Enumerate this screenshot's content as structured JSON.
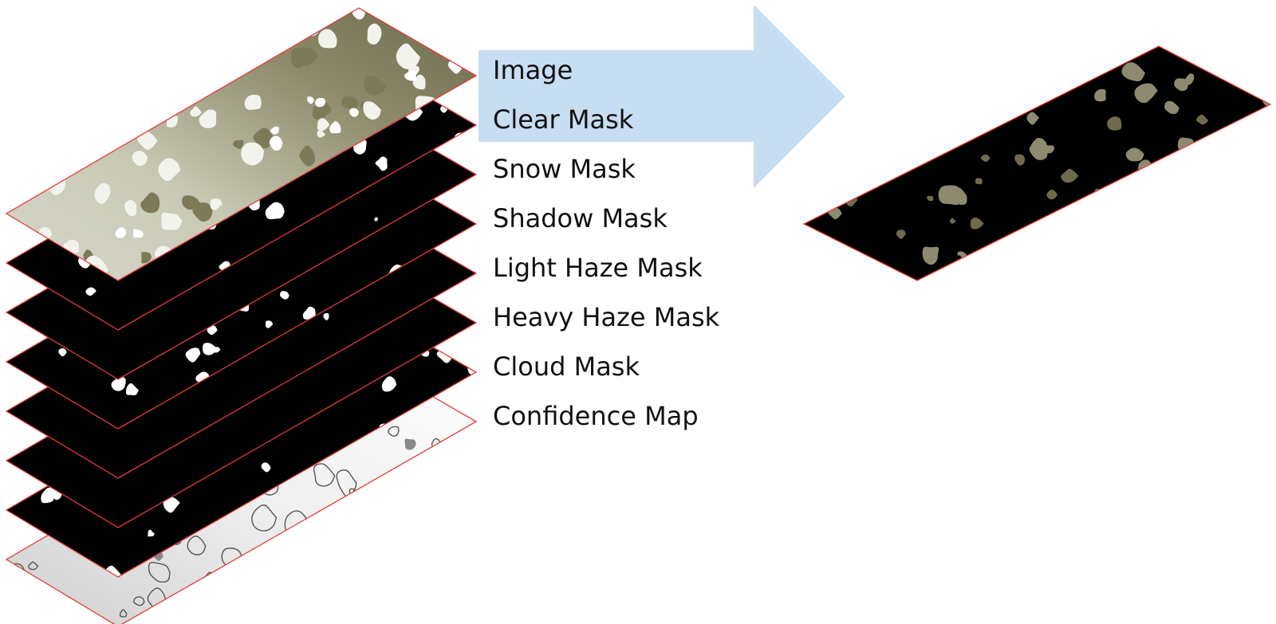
{
  "diagram": {
    "layers": [
      {
        "label": "Image",
        "kind": "image"
      },
      {
        "label": "Clear Mask",
        "kind": "mask"
      },
      {
        "label": "Snow Mask",
        "kind": "empty"
      },
      {
        "label": "Shadow Mask",
        "kind": "mask"
      },
      {
        "label": "Light Haze Mask",
        "kind": "empty"
      },
      {
        "label": "Heavy Haze Mask",
        "kind": "empty"
      },
      {
        "label": "Cloud Mask",
        "kind": "mask"
      },
      {
        "label": "Confidence Map",
        "kind": "confidence"
      }
    ],
    "arrow": {
      "color": "#c7ddf2"
    },
    "result": {
      "kind": "masked-image"
    },
    "colors": {
      "outline": "#e33b3b",
      "mask_background": "#000000",
      "mask_foreground": "#ffffff",
      "cloud": "#f3f3ee",
      "terrain": "#6f6a4c",
      "clear_terrain": "#8e8a70"
    }
  }
}
